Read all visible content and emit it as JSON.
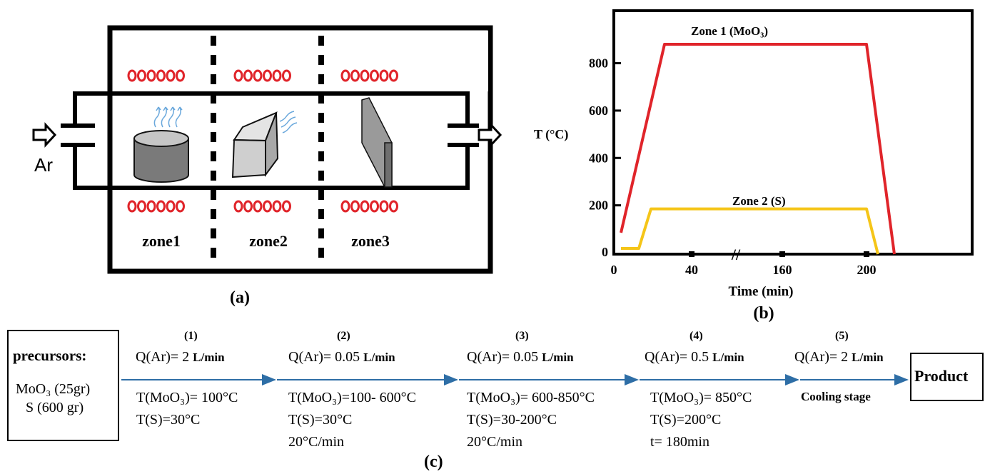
{
  "panel_a": {
    "caption": "(a)",
    "gas_label": "Ar",
    "zones": [
      "zone1",
      "zone2",
      "zone3"
    ],
    "heater_symbol": "oooooo",
    "heater_color": "#e0242a"
  },
  "panel_b": {
    "caption": "(b)",
    "chart_data": {
      "type": "line",
      "xlabel": "Time (min)",
      "ylabel": "T (°C)",
      "x_ticks": [
        "0",
        "40",
        "160",
        "200"
      ],
      "y_ticks": [
        "0",
        "200",
        "400",
        "600",
        "800"
      ],
      "axis_break": "//",
      "series": [
        {
          "name": "Zone 1 (MoO₃)",
          "color": "#e0242a",
          "points": [
            [
              "0",
              100
            ],
            [
              "40",
              880
            ],
            [
              "200",
              880
            ],
            [
              "220",
              0
            ]
          ]
        },
        {
          "name": "Zone 2 (S)",
          "color": "#f5c518",
          "points": [
            [
              "0",
              30
            ],
            [
              "8",
              30
            ],
            [
              "20",
              185
            ],
            [
              "200",
              185
            ],
            [
              "210",
              0
            ]
          ]
        }
      ]
    }
  },
  "panel_c": {
    "caption": "(c)",
    "precursors": {
      "title": "precursors:",
      "line1": "MoO₃ (25gr)",
      "line2": "S (600 gr)"
    },
    "steps": [
      {
        "num": "(1)",
        "flow_prefix": "Q(Ar)=",
        "flow_value": "2",
        "flow_unit": "L/min",
        "details": [
          "T(MoO₃)= 100°C",
          "T(S)=30°C"
        ]
      },
      {
        "num": "(2)",
        "flow_prefix": "Q(Ar)=",
        "flow_value": "0.05",
        "flow_unit": "L/min",
        "details": [
          "T(MoO₃)=100- 600°C",
          "T(S)=30°C",
          "20°C/min"
        ]
      },
      {
        "num": "(3)",
        "flow_prefix": "Q(Ar)=",
        "flow_value": "0.05",
        "flow_unit": "L/min",
        "details": [
          "T(MoO₃)= 600-850°C",
          "T(S)=30-200°C",
          "20°C/min"
        ]
      },
      {
        "num": "(4)",
        "flow_prefix": "Q(Ar)=",
        "flow_value": "0.5",
        "flow_unit": "L/min",
        "details": [
          "T(MoO₃)= 850°C",
          "T(S)=200°C",
          "t= 180min"
        ]
      },
      {
        "num": "(5)",
        "flow_prefix": "Q(Ar)=",
        "flow_value": "2",
        "flow_unit": "L/min",
        "details": [
          "Cooling stage"
        ]
      }
    ],
    "product": "Product",
    "arrow_color": "#2e6ea6"
  }
}
